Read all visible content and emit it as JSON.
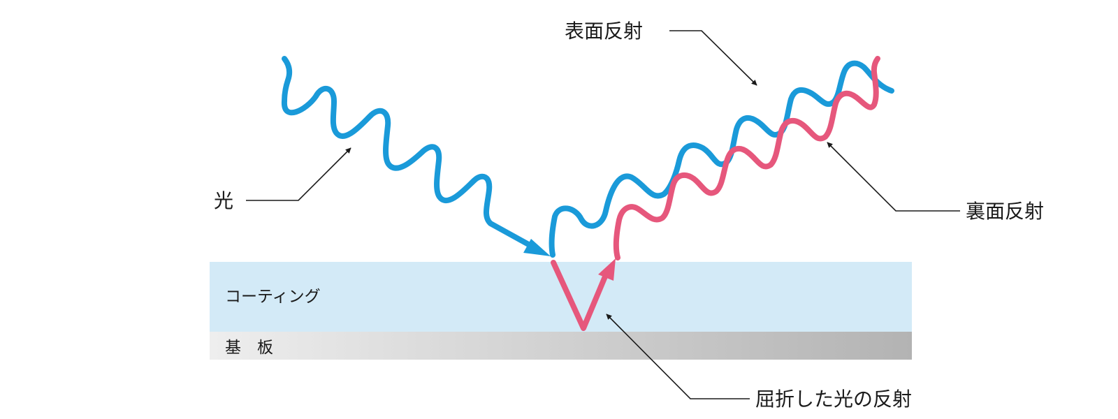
{
  "labels": {
    "light": "光",
    "surface_reflection": "表面反射",
    "back_reflection": "裏面反射",
    "refracted_reflection": "屈折した光の反射",
    "coating": "コーティング",
    "substrate": "基　板"
  },
  "colors": {
    "incident_wave": "#1a9ad9",
    "reflected_wave": "#e6577c",
    "coating_layer": "#d3eaf7",
    "substrate_light": "#eeeeee",
    "substrate_dark": "#b3b3b3",
    "leader_line": "#1a1a1a"
  }
}
